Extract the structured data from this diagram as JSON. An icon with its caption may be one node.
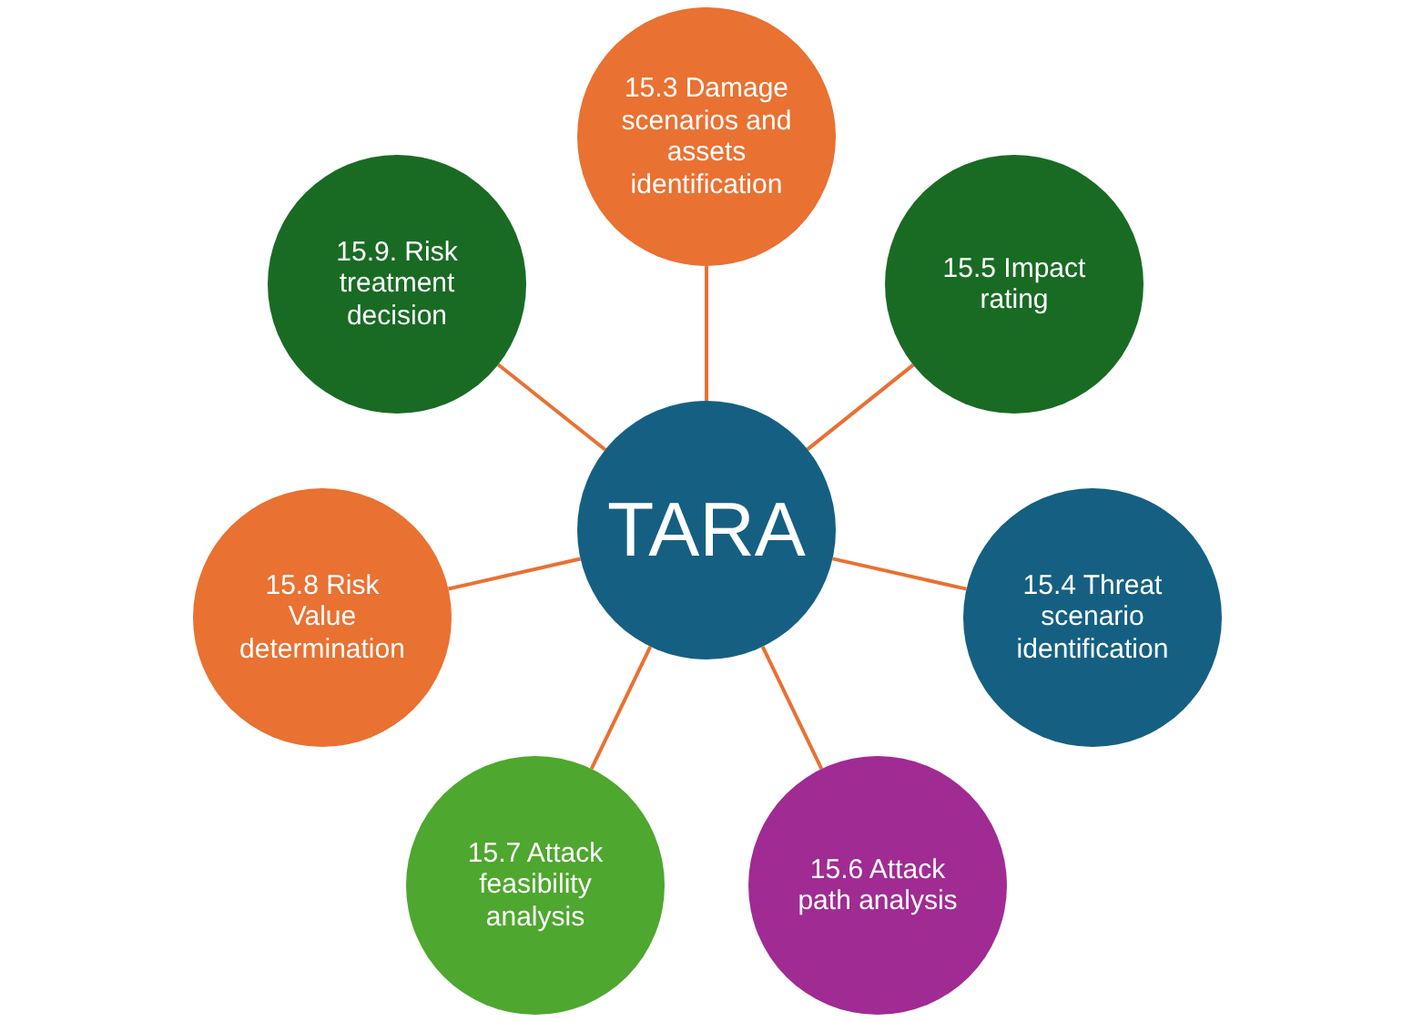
{
  "diagram": {
    "nodes": [
      {
        "text": [
          "TARA"
        ]
      },
      {
        "text": [
          "15.3 Damage scenarios and assets identification"
        ]
      },
      {
        "text": [
          "15.5 Impact rating"
        ]
      },
      {
        "text": [
          "15.4 Threat scenario identification"
        ]
      },
      {
        "text": [
          "15.6 Attack path analysis"
        ]
      },
      {
        "text": [
          "15.7 Attack feasibility analysis"
        ]
      },
      {
        "text": [
          "15.8 Risk Value determination"
        ]
      },
      {
        "text": [
          "15.9. Risk treatment decision"
        ]
      }
    ],
    "edges": [
      {
        "from": 0,
        "to": 1,
        "arrow": "none"
      },
      {
        "from": 0,
        "to": 2,
        "arrow": "none"
      },
      {
        "from": 0,
        "to": 3,
        "arrow": "none"
      },
      {
        "from": 0,
        "to": 4,
        "arrow": "none"
      },
      {
        "from": 0,
        "to": 5,
        "arrow": "none"
      },
      {
        "from": 0,
        "to": 6,
        "arrow": "none"
      },
      {
        "from": 0,
        "to": 7,
        "arrow": "none"
      }
    ]
  }
}
